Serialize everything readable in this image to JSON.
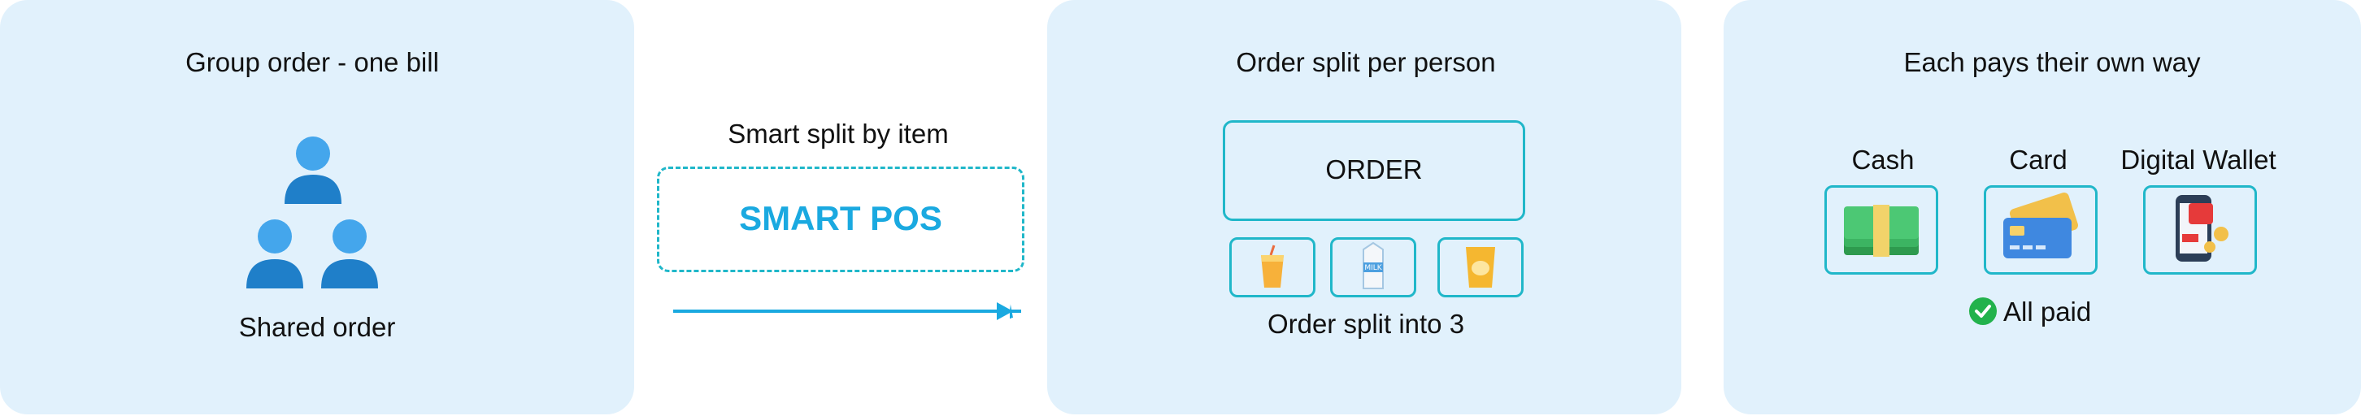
{
  "panel_group": {
    "title": "Group order - one bill",
    "caption": "Shared order"
  },
  "middle": {
    "label": "Smart split by item",
    "pos": "SMART POS"
  },
  "panel_split": {
    "title": "Order split per person",
    "order": "ORDER",
    "caption": "Order split into 3"
  },
  "panel_pay": {
    "title": "Each pays their own way",
    "methods": [
      "Cash",
      "Card",
      "Digital Wallet"
    ],
    "status": "All paid"
  },
  "colors": {
    "panel": "#e1f1fc",
    "accent": "#1aa9e0",
    "border": "#20b7c9",
    "person": "#1f7fc9",
    "person_head": "#44a6ec",
    "check": "#22b24c"
  },
  "icons": [
    "person-icon",
    "juice-cup-icon",
    "milk-carton-icon",
    "chips-bag-icon",
    "cash-icon",
    "card-icon",
    "wallet-phone-icon",
    "check-icon"
  ]
}
